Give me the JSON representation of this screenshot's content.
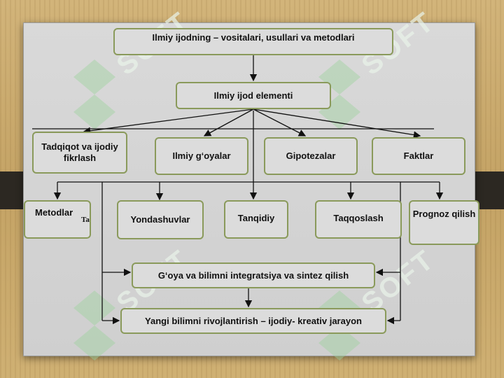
{
  "title": "Ilmiy ijodning – vositalari, usullari va metodlari",
  "element": "Ilmiy ijod elementi",
  "level1": [
    "Tadqiqot va ijodiy fikrlash",
    "Ilmiy g‘oyalar",
    "Gipotezalar",
    "Faktlar"
  ],
  "level2": [
    "Metodlar",
    "Yondashuvlar",
    "Tanqidiy",
    "Taqqoslash",
    "Prognoz qilish"
  ],
  "stray_text": "Ta",
  "integration": "G‘oya va bilimni integratsiya va sintez qilish",
  "result": "Yangi bilimni rivojlantirish – ijodiy- kreativ jarayon",
  "watermark": "SOFT",
  "colors": {
    "box_border": "#8a9a5b",
    "board": "#d9d9d9",
    "watermark": "#9fd39f"
  }
}
